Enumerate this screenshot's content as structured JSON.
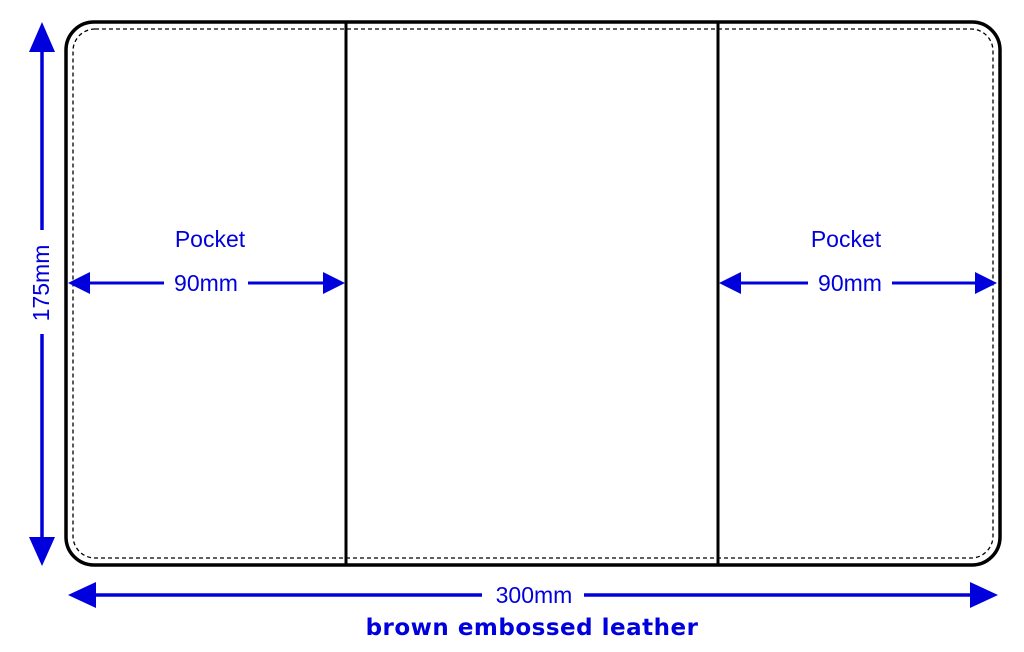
{
  "colors": {
    "outline": "#000000",
    "dimension": "#0000dd",
    "background": "#ffffff"
  },
  "panels": {
    "left_label": "Pocket",
    "left_width": "90mm",
    "right_label": "Pocket",
    "right_width": "90mm"
  },
  "dimensions": {
    "height": "175mm",
    "width": "300mm"
  },
  "caption": "brown embossed leather"
}
